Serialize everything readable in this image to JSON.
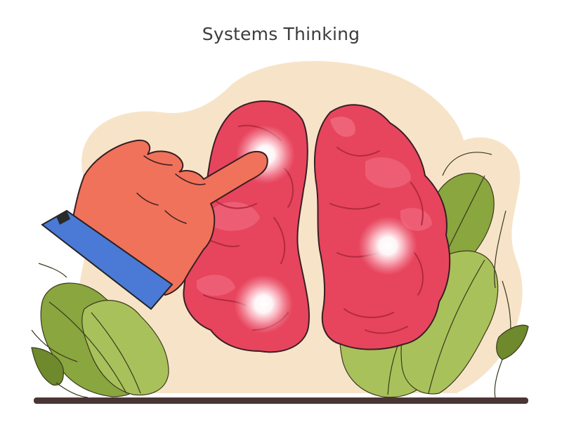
{
  "title": "Systems Thinking",
  "colors": {
    "background": "#ffffff",
    "blob": "#f7e4c8",
    "brain": "#e7455d",
    "brain_light": "#f06a80",
    "brain_outline": "#3a1e24",
    "hand": "#f0725a",
    "cuff": "#4a7ad6",
    "leaf_dark": "#8aa63f",
    "leaf_light": "#a9c15a",
    "ground": "#4a3535"
  },
  "icons": {
    "brain": "brain-illustration",
    "hand": "pointing-hand",
    "glow": "glow-spot",
    "plant": "leaf-plant"
  }
}
